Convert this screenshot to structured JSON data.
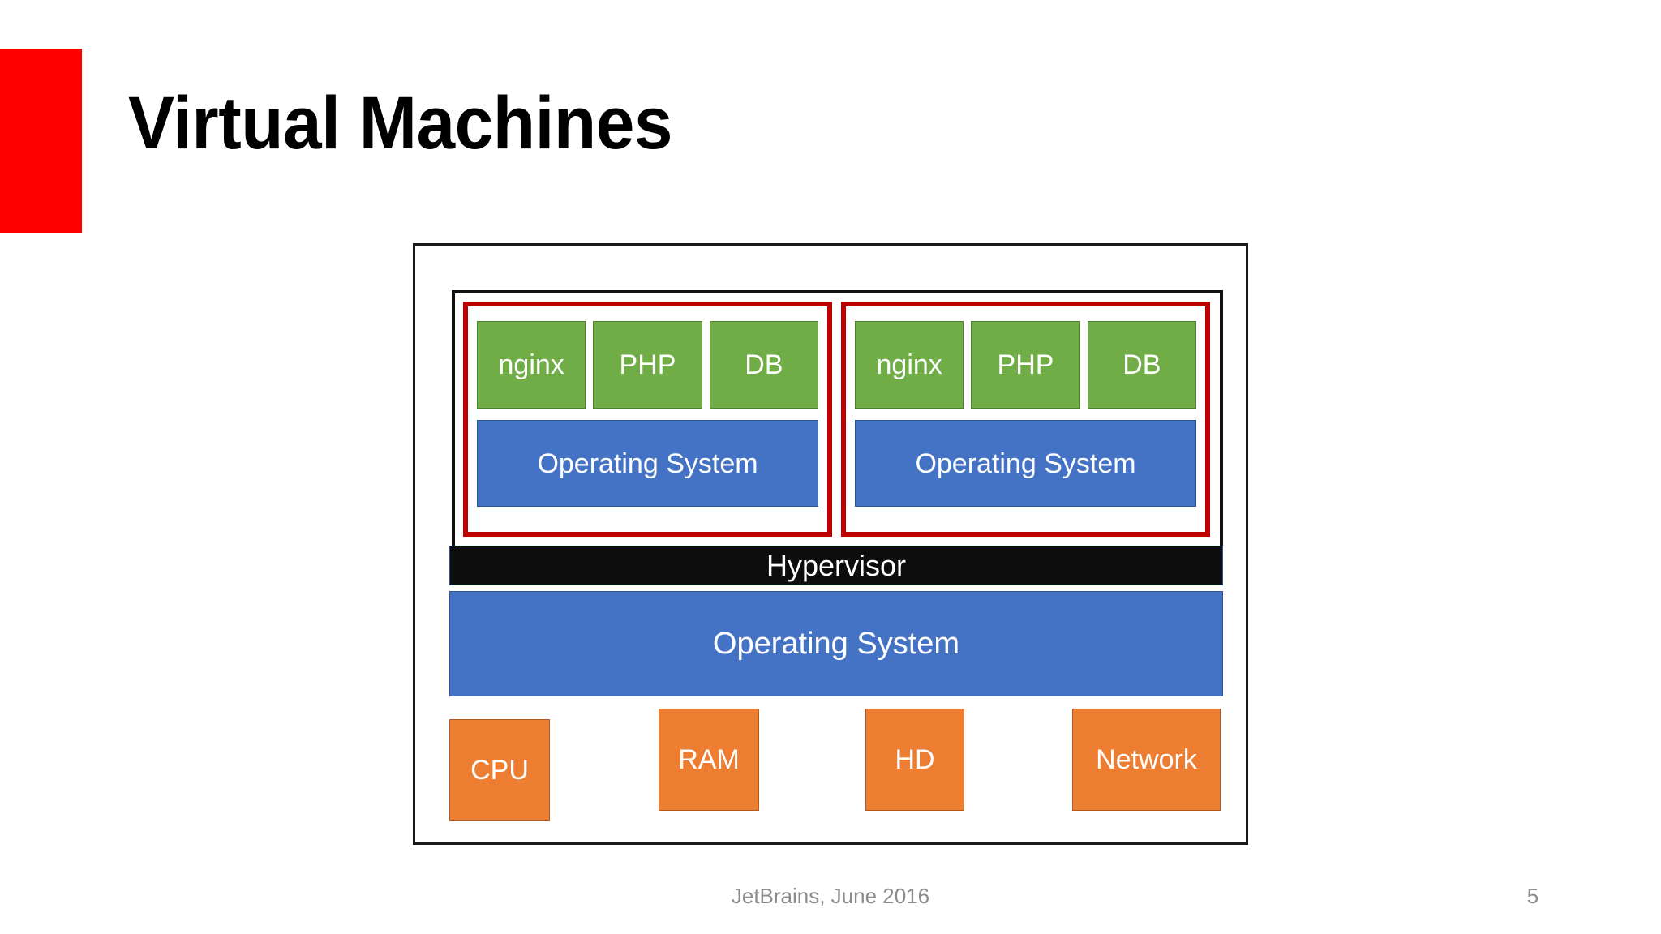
{
  "slide": {
    "title": "Virtual Machines",
    "accent_color": "#FF0000",
    "footer": "JetBrains, June 2016",
    "page_number": "5"
  },
  "diagram": {
    "vms": [
      {
        "name": "vm-left",
        "apps": [
          "nginx",
          "PHP",
          "DB"
        ],
        "os": "Operating System"
      },
      {
        "name": "vm-right",
        "apps": [
          "nginx",
          "PHP",
          "DB"
        ],
        "os": "Operating System"
      }
    ],
    "hypervisor": "Hypervisor",
    "host_os": "Operating System",
    "hardware": [
      "CPU",
      "RAM",
      "HD",
      "Network"
    ],
    "colors": {
      "app": "#70AD47",
      "os": "#4472C4",
      "hypervisor": "#0D0D0D",
      "hardware": "#ED7D31",
      "vm_border": "#C00000",
      "container_border": "#111111"
    }
  }
}
